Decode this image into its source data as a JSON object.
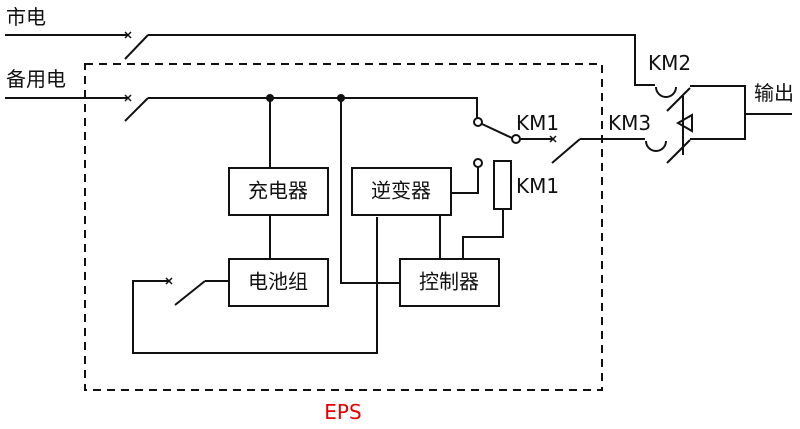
{
  "diagram": {
    "type": "EPS emergency power supply circuit",
    "inputs": {
      "mains": "市电",
      "backup": "备用电"
    },
    "output": "输出",
    "blocks": {
      "charger": "充电器",
      "inverter": "逆变器",
      "battery": "电池组",
      "controller": "控制器"
    },
    "contacts": {
      "km1_switch": "KM1",
      "km1_coil": "KM1",
      "km2": "KM2",
      "km3": "KM3"
    },
    "enclosure_label": "EPS",
    "colors": {
      "line": "#111111",
      "enclosure_label": "#e60000",
      "background": "#ffffff"
    }
  }
}
